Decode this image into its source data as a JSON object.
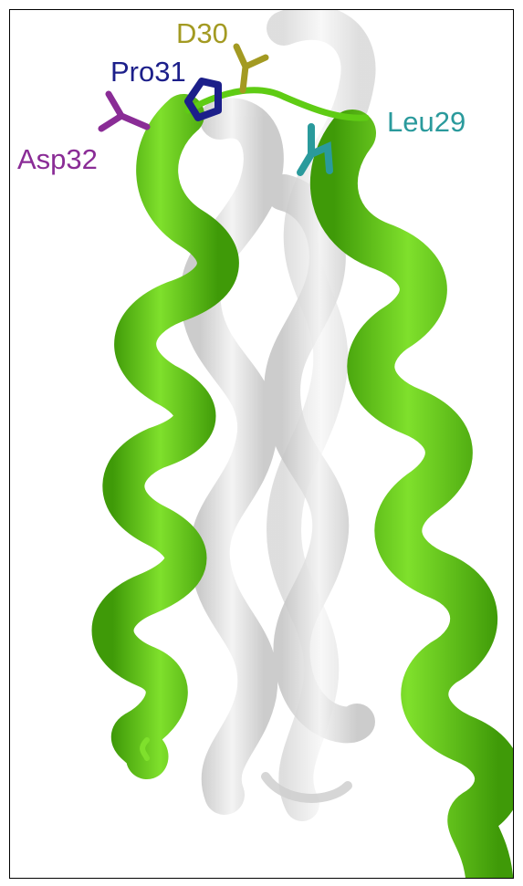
{
  "figure": {
    "labels": {
      "d30": "D30",
      "pro31": "Pro31",
      "asp32": "Asp32",
      "leu29": "Leu29"
    },
    "colors": {
      "highlight_helix": "#5fcc14",
      "highlight_helix_dark": "#3f9a08",
      "background_helices": "#d9d9d9",
      "background_helices_dark": "#b5b5b5",
      "d30": "#a39a22",
      "pro31": "#1c1f8a",
      "asp32": "#8a2c96",
      "leu29": "#2a9a9c"
    },
    "icons": {
      "d30": "stick-residue-icon",
      "pro31": "proline-ring-icon",
      "asp32": "stick-residue-icon",
      "leu29": "stick-residue-icon"
    }
  }
}
